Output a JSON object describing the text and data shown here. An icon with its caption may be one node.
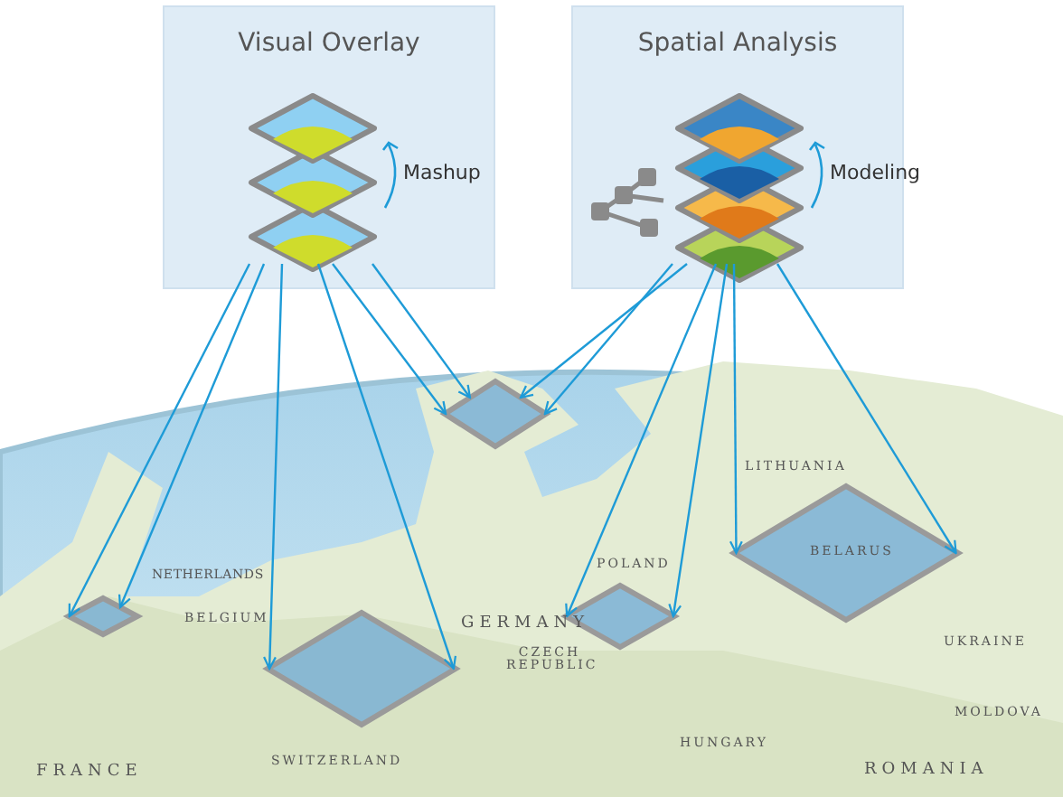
{
  "diagram": {
    "nodes": [
      {
        "text": [
          "Visual Overlay"
        ]
      },
      {
        "text": [
          "Spatial Analysis"
        ]
      },
      {
        "text": [],
        "shape": "picture",
        "in": 0,
        "beside": [
          "Mashup"
        ]
      },
      {
        "text": [],
        "shape": "picture",
        "in": 1,
        "beside": [
          "Modeling"
        ]
      },
      {
        "text": [],
        "shape": "diamond"
      },
      {
        "text": [],
        "shape": "diamond"
      },
      {
        "text": [],
        "shape": "diamond"
      },
      {
        "text": [],
        "shape": "diamond"
      },
      {
        "text": [],
        "shape": "diamond"
      }
    ],
    "edges": [
      {
        "from": 2,
        "to": 5,
        "arrow": "to"
      },
      {
        "from": 2,
        "to": 5,
        "arrow": "to"
      },
      {
        "from": 2,
        "to": 6,
        "arrow": "to"
      },
      {
        "from": 2,
        "to": 6,
        "arrow": "to"
      },
      {
        "from": 2,
        "to": 4,
        "arrow": "to"
      },
      {
        "from": 2,
        "to": 4,
        "arrow": "to"
      },
      {
        "from": 3,
        "to": 4,
        "arrow": "to"
      },
      {
        "from": 3,
        "to": 4,
        "arrow": "to"
      },
      {
        "from": 3,
        "to": 7,
        "arrow": "to"
      },
      {
        "from": 3,
        "to": 7,
        "arrow": "to"
      },
      {
        "from": 3,
        "to": 8,
        "arrow": "to"
      },
      {
        "from": 3,
        "to": 8,
        "arrow": "to"
      }
    ],
    "labels": [
      "LITHUANIA",
      "BELARUS",
      "NETHERLANDS",
      "POLAND",
      "BELGIUM",
      "GERMANY",
      "UKRAINE",
      "CZECH REPUBLIC",
      "MOLDOVA",
      "HUNGARY",
      "SWITZERLAND",
      "FRANCE",
      "ROMANIA"
    ]
  }
}
